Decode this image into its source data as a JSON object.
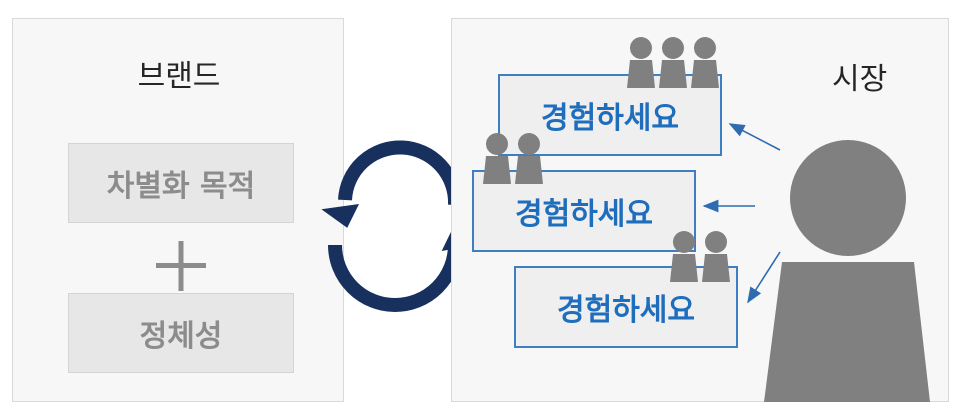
{
  "brand_panel": {
    "title": "브랜드",
    "box_top": "차별화 목적",
    "box_bottom": "정체성"
  },
  "market_panel": {
    "title": "시장",
    "experience_boxes": [
      "경험하세요",
      "경험하세요",
      "경험하세요"
    ]
  },
  "icons": {
    "cycle": "cycle-arrows-icon",
    "plus": "plus-icon",
    "person": "person-icon",
    "arrow": "arrow-icon"
  },
  "colors": {
    "cycle_arrows": "#17305e",
    "experience_text": "#1f6dbd",
    "experience_border": "#3e7ec2",
    "person": "#808080",
    "connector_arrow": "#2f6bb0",
    "plus": "#8c8c8c"
  }
}
